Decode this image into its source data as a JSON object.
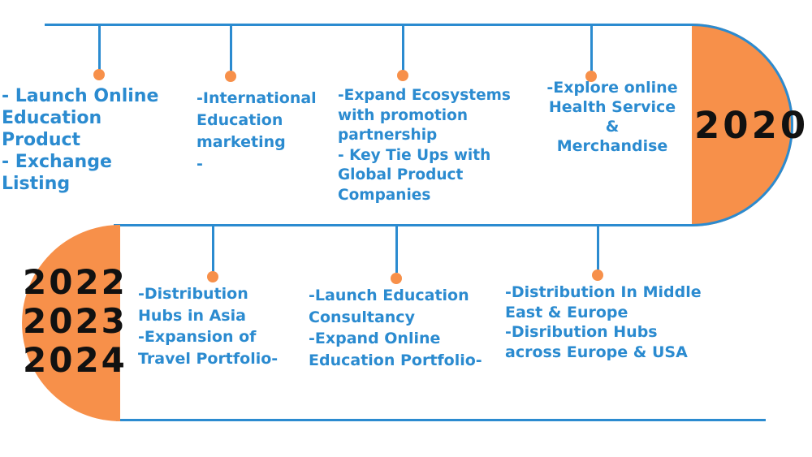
{
  "colors": {
    "line": "#2b8bd0",
    "accent": "#f7904a",
    "text": "#2b8bd0",
    "year_text": "#111111"
  },
  "years": {
    "top": "2020",
    "bottom": "2022\n2023\n2024"
  },
  "milestones": {
    "top": [
      "- Launch Online\nEducation\nProduct\n- Exchange\nListing",
      "-International\nEducation\nmarketing\n-",
      "-Expand Ecosystems\nwith promotion\npartnership\n- Key Tie Ups with\nGlobal Product\nCompanies",
      "-Explore online\nHealth Service\n&\nMerchandise"
    ],
    "bottom": [
      "-Distribution\nHubs in Asia\n-Expansion of\nTravel Portfolio-",
      "-Launch Education\nConsultancy\n-Expand Online\nEducation Portfolio-",
      "-Distribution In Middle\nEast & Europe\n-Disribution Hubs\nacross Europe & USA"
    ]
  }
}
